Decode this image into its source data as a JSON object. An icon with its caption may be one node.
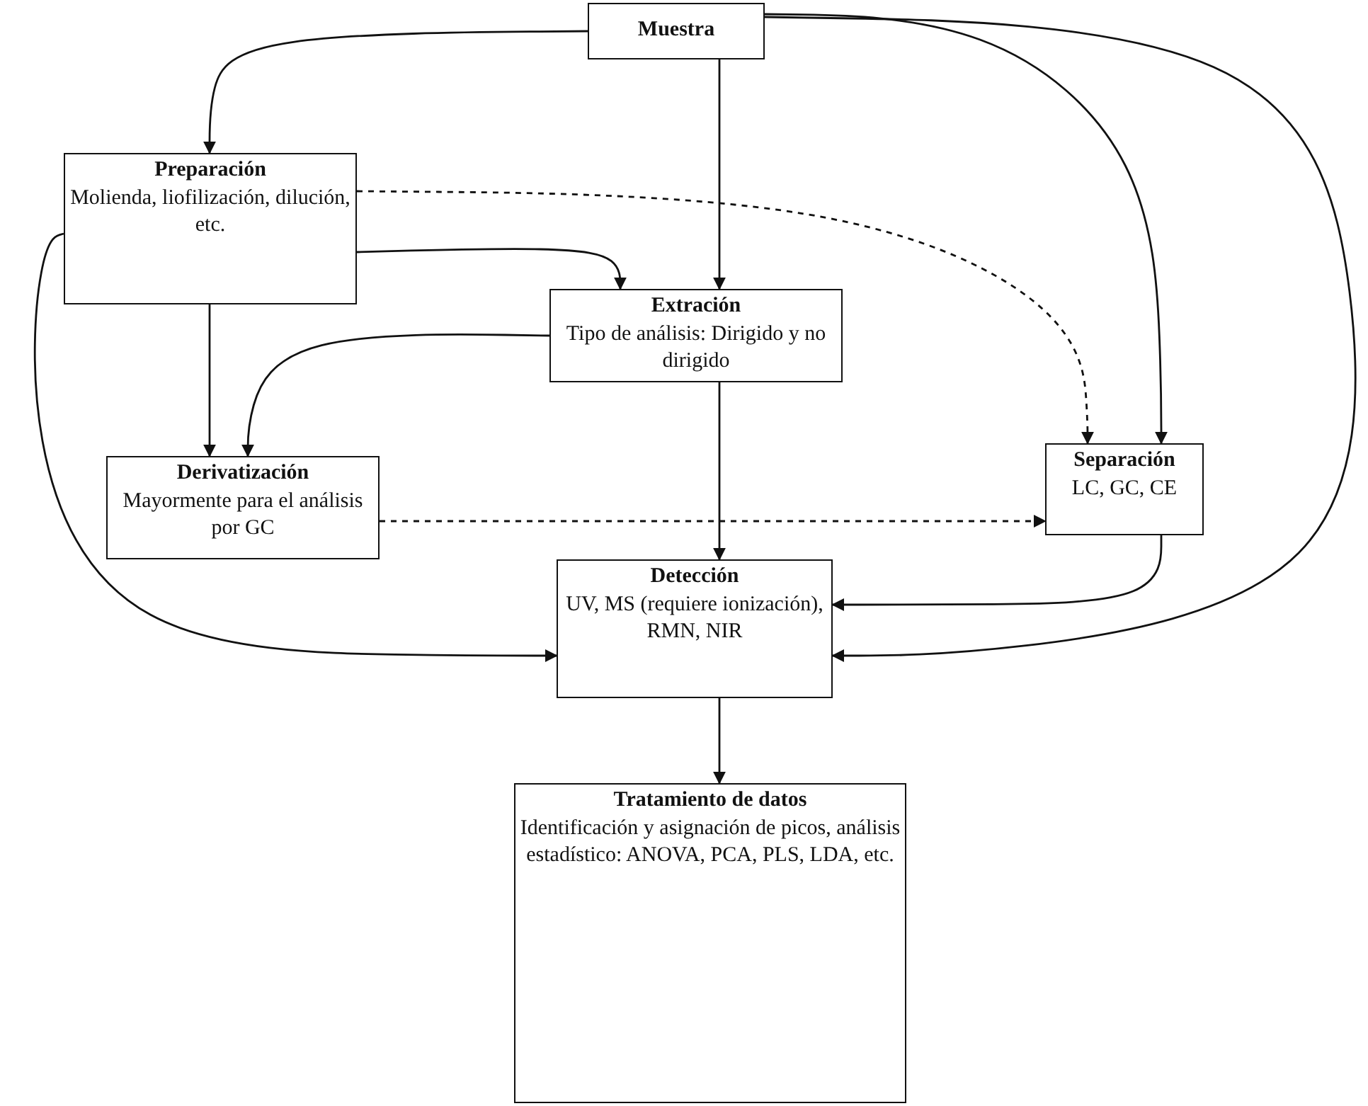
{
  "diagram": {
    "nodes": [
      {
        "text": [
          "Muestra"
        ]
      },
      {
        "text": [
          "Preparación",
          "Molienda, liofilización, dilución, etc."
        ]
      },
      {
        "text": [
          "Extración",
          "Tipo de análisis: Dirigido y no dirigido"
        ]
      },
      {
        "text": [
          "Derivatización",
          "Mayormente para el análisis por GC"
        ]
      },
      {
        "text": [
          "Separación",
          "LC, GC, CE"
        ]
      },
      {
        "text": [
          "Detección",
          "UV, MS (requiere ionización), RMN, NIR"
        ]
      },
      {
        "text": [
          "Tratamiento de datos",
          "Identificación y asignación de picos, análisis estadístico: ANOVA, PCA, PLS, LDA, etc."
        ]
      }
    ],
    "edges": [
      {
        "from": 0,
        "to": 1,
        "arrow": "to"
      },
      {
        "from": 0,
        "to": 2,
        "arrow": "to"
      },
      {
        "from": 0,
        "to": 4,
        "arrow": "to"
      },
      {
        "from": 0,
        "to": 5,
        "arrow": "to"
      },
      {
        "from": 1,
        "to": 2,
        "arrow": "to"
      },
      {
        "from": 1,
        "to": 4,
        "arrow": "to",
        "style": "dashed"
      },
      {
        "from": 1,
        "to": 3,
        "arrow": "to"
      },
      {
        "from": 1,
        "to": 5,
        "arrow": "to"
      },
      {
        "from": 2,
        "to": 3,
        "arrow": "to"
      },
      {
        "from": 2,
        "to": 5,
        "arrow": "to"
      },
      {
        "from": 3,
        "to": 4,
        "arrow": "to",
        "style": "dashed"
      },
      {
        "from": 4,
        "to": 5,
        "arrow": "to"
      },
      {
        "from": 5,
        "to": 6,
        "arrow": "to"
      }
    ]
  }
}
